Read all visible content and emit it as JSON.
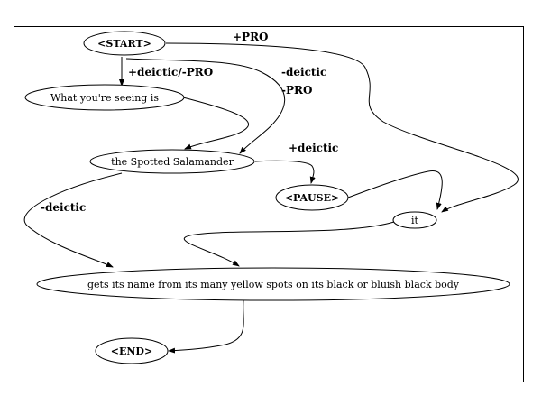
{
  "nodes": {
    "start": "<START>",
    "seeing": "What you're seeing is",
    "salamander": "the Spotted Salamander",
    "pause": "<PAUSE>",
    "it": "it",
    "gets": "gets its name from its many yellow spots on its black or bluish black body",
    "end": "<END>"
  },
  "edges": {
    "start_to_it": "+PRO",
    "start_to_seeing": "+deictic/-PRO",
    "start_to_salamander_line1": "-deictic",
    "start_to_salamander_line2": "-PRO",
    "salamander_to_pause": "+deictic",
    "salamander_to_gets": "-deictic"
  }
}
